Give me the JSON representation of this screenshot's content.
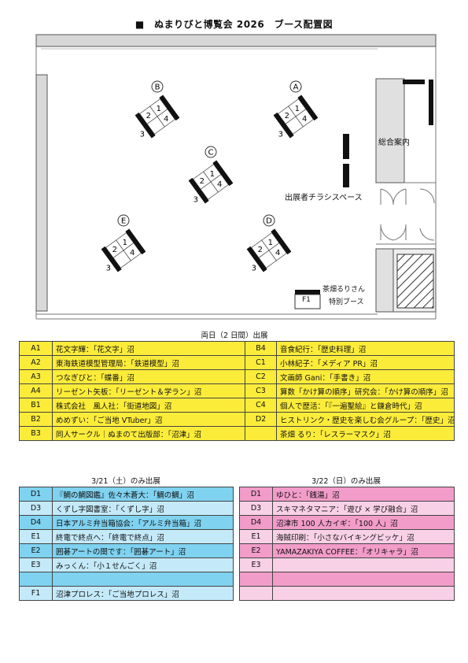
{
  "title": "■　ぬまりびと博覧会 2026　ブース配置図",
  "map": {
    "info_desk": "総合案内",
    "flyer_space": "出展者チラシスペース",
    "special_booth_line1": "茶畑るりさん",
    "special_booth_line2": "特別ブース",
    "special_booth_code": "F1",
    "booths": [
      "A",
      "B",
      "C",
      "D",
      "E"
    ],
    "seat_numbers": [
      "1",
      "2",
      "3",
      "4"
    ]
  },
  "both_days": {
    "heading": "両日（2 日間）出展",
    "rows": [
      {
        "c1": "A1",
        "n1": "花文字輝：「花文字」沼",
        "c2": "B4",
        "n2": "音食紀行：「歴史料理」沼"
      },
      {
        "c1": "A2",
        "n1": "東海鉄道模型管理局：「鉄道模型」沼",
        "c2": "C1",
        "n2": "小林紀子：「メディア PR」沼"
      },
      {
        "c1": "A3",
        "n1": "つなぎびと：「蝶番」沼",
        "c2": "C2",
        "n2": "文画師 Gani：「手書き」沼"
      },
      {
        "c1": "A4",
        "n1": "リーゼント矢板：「リーゼント＆学ラン」沼",
        "c2": "C3",
        "n2": "算数「かけ算の順序」研究会：「かけ算の順序」沼"
      },
      {
        "c1": "B1",
        "n1": "株式会社　風人社：「街道地図」沼",
        "c2": "C4",
        "n2": "個人で歴活：「『一遍聖絵』と鎌倉時代」沼"
      },
      {
        "c1": "B2",
        "n1": "めめずい：「ご当地 VTuber」沼",
        "c2": "D2",
        "n2": "ヒストリンク・歴史を楽しむ会グループ：「歴史」沼"
      },
      {
        "c1": "B3",
        "n1": "同人サークル｜ぬまのて出版部：「沼津」沼",
        "c2": "",
        "n2": "茶畑 るり：「レスラーマスク」沼"
      }
    ]
  },
  "day_0321": {
    "heading": "3/21（土）のみ出展",
    "rows": [
      {
        "c": "D1",
        "n": "『鯛の鯛図鑑』佐々木蒼大：「鯛の鯛」沼"
      },
      {
        "c": "D3",
        "n": "くずし字図書室：「くずし字」沼"
      },
      {
        "c": "D4",
        "n": "日本アルミ弁当箱協会：「アルミ弁当箱」沼"
      },
      {
        "c": "E1",
        "n": "終電で終点へ：「終電で終点」沼"
      },
      {
        "c": "E2",
        "n": "囲碁アートの関です：「囲碁アート」沼"
      },
      {
        "c": "E3",
        "n": "みっくん：「小１せんごく」沼"
      },
      {
        "c": "",
        "n": ""
      },
      {
        "c": "F1",
        "n": "沼津プロレス：「ご当地プロレス」沼"
      }
    ]
  },
  "day_0322": {
    "heading": "3/22（日）のみ出展",
    "rows": [
      {
        "c": "D1",
        "n": "ゆひと：「銭湯」沼"
      },
      {
        "c": "D3",
        "n": "スキマネタマニア：「遊び × 学び融合」沼"
      },
      {
        "c": "D4",
        "n": "沼津市 100 人カイギ：「100 人」沼"
      },
      {
        "c": "E1",
        "n": "海賊印刷：「小さなバイキングビッケ」沼"
      },
      {
        "c": "E2",
        "n": "YAMAZAKIYA COFFEE：「オリキャラ」沼"
      },
      {
        "c": "E3",
        "n": ""
      },
      {
        "c": "",
        "n": ""
      },
      {
        "c": "",
        "n": ""
      }
    ]
  }
}
